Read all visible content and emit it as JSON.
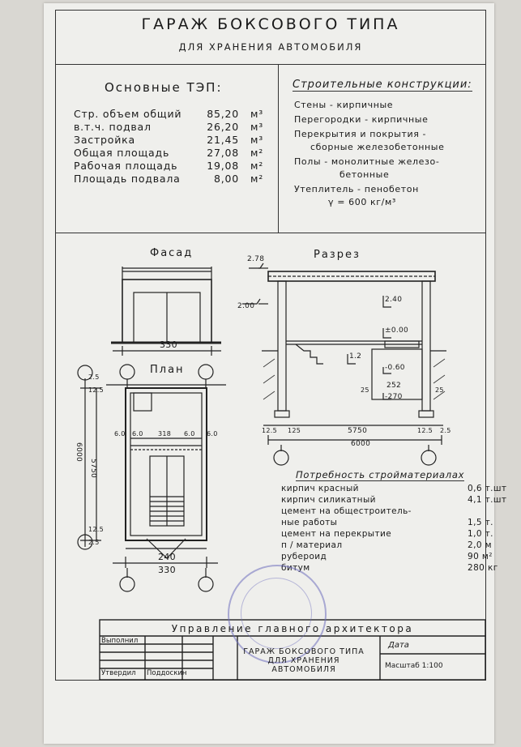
{
  "header": {
    "title": "ГАРАЖ БОКСОВОГО ТИПА",
    "subtitle": "ДЛЯ ХРАНЕНИЯ АВТОМОБИЛЯ"
  },
  "tep": {
    "heading": "Основные ТЭП:",
    "rows": [
      {
        "label": "Стр. объем общий",
        "value": "85,20",
        "unit": "м³"
      },
      {
        "label": "в.т.ч. подвал",
        "value": "26,20",
        "unit": "м³"
      },
      {
        "label": "Застройка",
        "value": "21,45",
        "unit": "м³"
      },
      {
        "label": "Общая площадь",
        "value": "27,08",
        "unit": "м²"
      },
      {
        "label": "Рабочая площадь",
        "value": "19,08",
        "unit": "м²"
      },
      {
        "label": "Площадь подвала",
        "value": "8,00",
        "unit": "м²"
      }
    ]
  },
  "constructions": {
    "heading": "Строительные конструкции:",
    "lines": [
      "Стены - кирпичные",
      "Перегородки - кирпичные",
      "Перекрытия и покрытия -",
      "сборные железобетонные",
      "Полы - монолитные железо-",
      "бетонные",
      "Утеплитель - пенобетон",
      "γ = 600 кг/м³"
    ]
  },
  "drawings": {
    "facade": {
      "label": "Фасад",
      "dim_width": "330"
    },
    "section": {
      "label": "Разрез",
      "dims": {
        "top_level": "2.78",
        "left_level": "2.00",
        "ceiling": "2.40",
        "floor_level": "±0.00",
        "step": "1.2",
        "basement_level": "-0.60",
        "basement_width": "252",
        "bottom_level": "-270",
        "side_25a": "25",
        "side_25b": "25",
        "bottom_left": "12.5",
        "bottom_125": "125",
        "bottom_5750": "5750",
        "bottom_right": "12.5",
        "bottom_25": "2.5",
        "overall": "6000"
      }
    },
    "plan": {
      "label": "План",
      "dims": {
        "top_25": "2.5",
        "top_125": "12.5",
        "row_60a": "6.0",
        "row_60b": "6.0",
        "row_318": "318",
        "row_60c": "6.0",
        "row_60d": "6.0",
        "left_6000": "6000",
        "left_5750": "5750",
        "left_125": "12.5",
        "left_25": "2.5",
        "bottom_240": "240",
        "bottom_330": "330"
      }
    }
  },
  "materials": {
    "heading": "Потребность стройматериалах",
    "rows": [
      {
        "name": "кирпич красный",
        "qty": "0,6 т.шт"
      },
      {
        "name": "кирпич силикатный",
        "qty": "4,1 т.шт"
      },
      {
        "name": "цемент на общестроитель-",
        "qty": ""
      },
      {
        "name": "ные работы",
        "qty": "1,5 т."
      },
      {
        "name": "цемент на перекрытие",
        "qty": "1,0 т."
      },
      {
        "name": "п / материал",
        "qty": "2,0 м"
      },
      {
        "name": "рубероид",
        "qty": "90 м²"
      },
      {
        "name": "битум",
        "qty": "280 кг"
      }
    ]
  },
  "titleblock": {
    "heading": "Управление главного архитектора",
    "performed": "Выполнил",
    "approved": "Утвердил",
    "approver": "Поддоскин",
    "project_line1": "ГАРАЖ БОКСОВОГО ТИПА",
    "project_line2": "ДЛЯ ХРАНЕНИЯ",
    "project_line3": "АВТОМОБИЛЯ",
    "date_label": "Дата",
    "scale_label": "Масштаб 1:100"
  }
}
